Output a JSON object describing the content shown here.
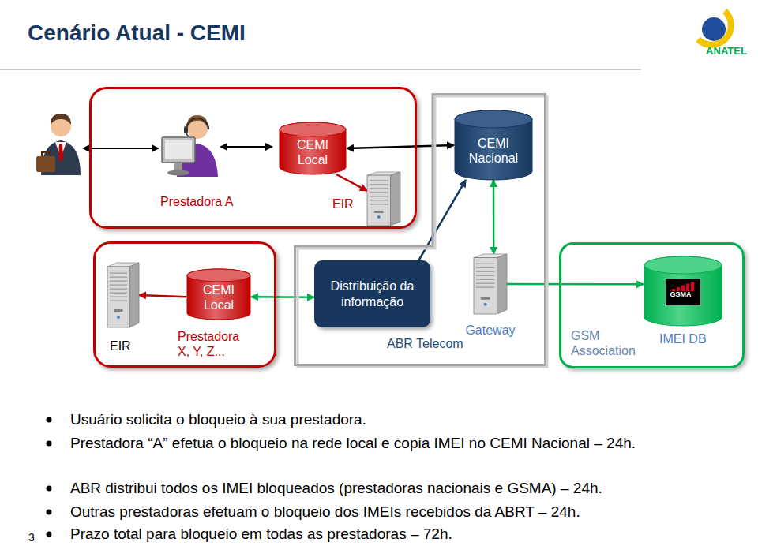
{
  "diagram": {
    "title": "Cenário Atual - CEMI",
    "nodes": [
      {
        "text": [
          "Prestadora A"
        ]
      },
      {
        "text": [
          "CEMI Local"
        ],
        "in": 0
      },
      {
        "text": [
          "EIR"
        ],
        "in": 0
      },
      {
        "text": [
          "ABR Telecom"
        ]
      },
      {
        "text": [
          "CEMI Nacional"
        ],
        "in": 3
      },
      {
        "text": [
          "Distribuição da informação"
        ],
        "in": 3
      },
      {
        "text": [
          "Gateway"
        ],
        "in": 3
      },
      {
        "text": [
          "Prestadora X, Y, Z..."
        ]
      },
      {
        "text": [
          "EIR"
        ],
        "in": 7
      },
      {
        "text": [
          "CEMI Local"
        ],
        "in": 7
      },
      {
        "text": [
          "GSM Association"
        ]
      },
      {
        "text": [
          "IMEI DB"
        ],
        "in": 10
      }
    ],
    "edges": [
      {
        "from": 1,
        "to": 4,
        "arrow": "both"
      },
      {
        "from": 1,
        "to": 2,
        "arrow": "to"
      },
      {
        "from": 5,
        "to": 4,
        "arrow": "to"
      },
      {
        "from": 4,
        "to": 6,
        "arrow": "both"
      },
      {
        "from": 6,
        "to": 11,
        "arrow": "to"
      },
      {
        "from": 5,
        "to": 9,
        "arrow": "both"
      },
      {
        "from": 9,
        "to": 8,
        "arrow": "to"
      }
    ],
    "labels": [
      "ANATEL",
      "GSMA",
      "Usuário solicita o bloqueio à sua prestadora.",
      "Prestadora “A” efetua o bloqueio na rede local e copia IMEI no CEMI Nacional – 24h.",
      "ABR distribui todos os IMEI bloqueados (prestadoras nacionais e GSMA) – 24h.",
      "Outras prestadoras efetuam o bloqueio dos IMEIs recebidos da ABRT – 24h.",
      "Prazo total para bloqueio em todas as prestadoras – 72h.",
      "3"
    ]
  }
}
